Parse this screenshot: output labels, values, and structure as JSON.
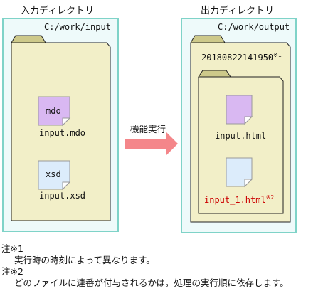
{
  "input_panel": {
    "title": "入力ディレクトリ",
    "path": "C:/work/input",
    "files": [
      {
        "badge": "mdo",
        "name": "input.mdo"
      },
      {
        "badge": "xsd",
        "name": "input.xsd"
      }
    ]
  },
  "arrow": {
    "label": "機能実行"
  },
  "output_panel": {
    "title": "出力ディレクトリ",
    "path": "C:/work/output",
    "timestamp_folder": "20180822141950",
    "timestamp_note_mark": "※1",
    "files": [
      {
        "name": "input.html"
      },
      {
        "name": "input_1.html",
        "note_mark": "※2"
      }
    ]
  },
  "notes": [
    {
      "label": "注※1",
      "text": "実行時の時刻によって異なります。"
    },
    {
      "label": "注※2",
      "text": "どのファイルに連番が付与されるかは，処理の実行順に依存します。"
    }
  ],
  "colors": {
    "panel_border": "#7fd3c8",
    "panel_fill": "#eefafa",
    "folder_fill": "#f2efc8",
    "folder_tab": "#cdc98a",
    "folder_border": "#222222",
    "mdo_doc": "#d9b8f2",
    "xsd_doc": "#dcecfb",
    "html_doc": "#d9b8f2",
    "html1_doc": "#dcecfb",
    "arrow": "#f4868a",
    "highlight_text": "#cc0000"
  }
}
